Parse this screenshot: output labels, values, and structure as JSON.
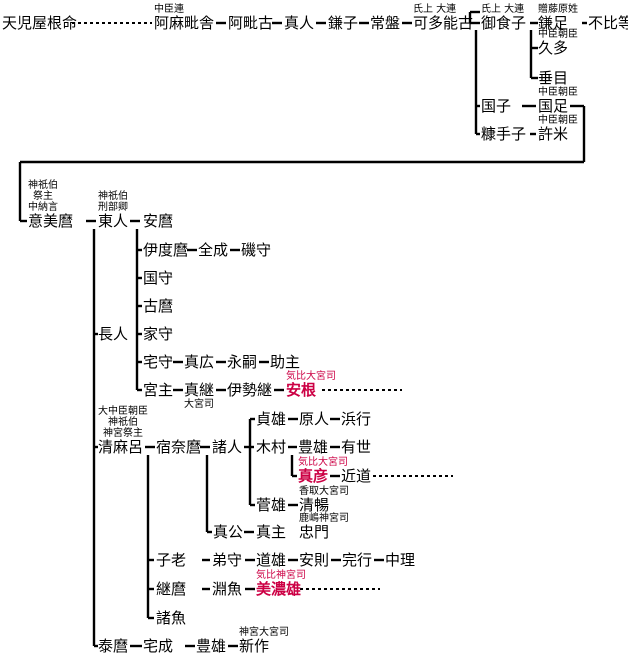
{
  "people": [
    {
      "id": "p0",
      "name": "天児屋根命"
    },
    {
      "id": "p1",
      "name": "阿麻毗舎",
      "title": "中臣連"
    },
    {
      "id": "p2",
      "name": "阿毗古"
    },
    {
      "id": "p3",
      "name": "真人"
    },
    {
      "id": "p4",
      "name": "鎌子"
    },
    {
      "id": "p5",
      "name": "常盤"
    },
    {
      "id": "p6",
      "name": "可多能古",
      "title": "氏上 大連"
    },
    {
      "id": "p7",
      "name": "御食子",
      "title": "氏上 大連"
    },
    {
      "id": "p8",
      "name": "鎌足",
      "title": "贈藤原姓"
    },
    {
      "id": "p9",
      "name": "不比等"
    },
    {
      "id": "p10",
      "name": "久多",
      "title": "中臣朝臣"
    },
    {
      "id": "p11",
      "name": "垂目"
    },
    {
      "id": "p12",
      "name": "国子"
    },
    {
      "id": "p13",
      "name": "国足",
      "title": "中臣朝臣"
    },
    {
      "id": "p14",
      "name": "糠手子"
    },
    {
      "id": "p15",
      "name": "許米",
      "title": "中臣朝臣"
    },
    {
      "id": "p16",
      "name": "意美麿",
      "title": "神祇伯\n祭主\n中納言"
    },
    {
      "id": "p17",
      "name": "東人",
      "title": "神祇伯\n刑部卿"
    },
    {
      "id": "p18",
      "name": "安麿"
    },
    {
      "id": "p19",
      "name": "伊度麿"
    },
    {
      "id": "p20",
      "name": "全成"
    },
    {
      "id": "p21",
      "name": "磯守"
    },
    {
      "id": "p22",
      "name": "国守"
    },
    {
      "id": "p23",
      "name": "古麿"
    },
    {
      "id": "p24",
      "name": "長人"
    },
    {
      "id": "p25",
      "name": "家守"
    },
    {
      "id": "p26",
      "name": "宅守"
    },
    {
      "id": "p27",
      "name": "真広"
    },
    {
      "id": "p28",
      "name": "永嗣"
    },
    {
      "id": "p29",
      "name": "助主"
    },
    {
      "id": "p30",
      "name": "宮主"
    },
    {
      "id": "p31",
      "name": "真継",
      "title_below": "大宮司"
    },
    {
      "id": "p32",
      "name": "伊勢継"
    },
    {
      "id": "p33",
      "name": "安根",
      "title": "気比大宮司",
      "highlight": true
    },
    {
      "id": "p34",
      "name": "清麻呂",
      "title": "大中臣朝臣\n神祇伯\n神宮祭主"
    },
    {
      "id": "p35",
      "name": "宿奈麿"
    },
    {
      "id": "p36",
      "name": "諸人"
    },
    {
      "id": "p37",
      "name": "貞雄"
    },
    {
      "id": "p38",
      "name": "原人"
    },
    {
      "id": "p39",
      "name": "浜行"
    },
    {
      "id": "p40",
      "name": "木村"
    },
    {
      "id": "p41",
      "name": "豊雄"
    },
    {
      "id": "p42",
      "name": "有世"
    },
    {
      "id": "p43",
      "name": "真彦",
      "title": "気比大宮司",
      "highlight": true
    },
    {
      "id": "p44",
      "name": "近道"
    },
    {
      "id": "p45",
      "name": "菅雄"
    },
    {
      "id": "p46",
      "name": "清暢",
      "title": "香取大宮司"
    },
    {
      "id": "p47",
      "name": "真公"
    },
    {
      "id": "p48",
      "name": "真主"
    },
    {
      "id": "p49",
      "name": "忠門",
      "title": "鹿嶋神宮司"
    },
    {
      "id": "p50",
      "name": "子老"
    },
    {
      "id": "p51",
      "name": "弟守"
    },
    {
      "id": "p52",
      "name": "道雄"
    },
    {
      "id": "p53",
      "name": "安則"
    },
    {
      "id": "p54",
      "name": "完行"
    },
    {
      "id": "p55",
      "name": "中理"
    },
    {
      "id": "p56",
      "name": "継麿"
    },
    {
      "id": "p57",
      "name": "淵魚"
    },
    {
      "id": "p58",
      "name": "美濃雄",
      "title": "気比神宮司",
      "highlight": true
    },
    {
      "id": "p59",
      "name": "諸魚"
    },
    {
      "id": "p60",
      "name": "泰麿"
    },
    {
      "id": "p61",
      "name": "宅成"
    },
    {
      "id": "p62",
      "name": "豊雄"
    },
    {
      "id": "p63",
      "name": "新作",
      "title": "神宮大宮司"
    }
  ],
  "colors": {
    "line": "#000000",
    "highlight": "#cc0044"
  }
}
